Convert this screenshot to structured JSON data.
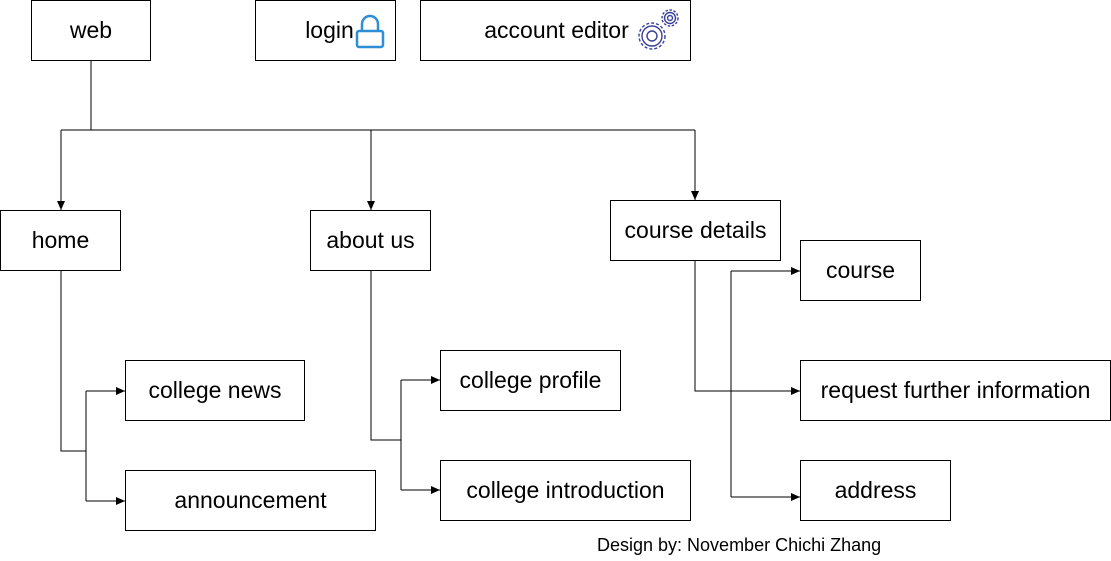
{
  "nodes": {
    "web": "web",
    "login": "login",
    "account_editor": "account editor",
    "home": "home",
    "about_us": "about us",
    "course_details": "course details",
    "college_news": "college news",
    "announcement": "announcement",
    "college_profile": "college profile",
    "college_introduction": "college introduction",
    "course": "course",
    "request_further_information": "request further information",
    "address": "address"
  },
  "icons": {
    "login": "lock-icon",
    "account_editor": "gears-icon"
  },
  "colors": {
    "lock": "#2E8FD6",
    "gears": "#3B3F99"
  },
  "footer": {
    "credit": "Design by: November Chichi Zhang"
  }
}
